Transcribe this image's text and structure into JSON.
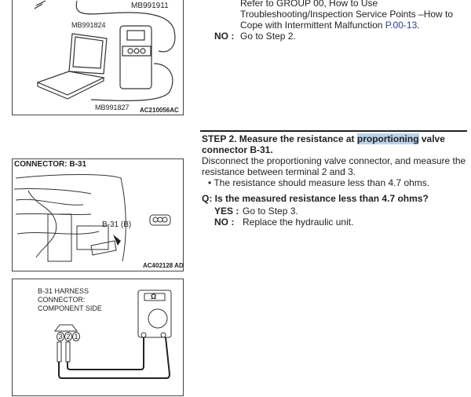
{
  "figure1": {
    "labels": [
      "MB991911",
      "MB991824",
      "MB991827"
    ],
    "code": "AC210056AC"
  },
  "figure2": {
    "title": "CONNECTOR: B-31",
    "callout": "B-31 (B)",
    "code": "AC402128 AD"
  },
  "figure3": {
    "label_lines": [
      "B-31 HARNESS",
      "CONNECTOR:",
      "COMPONENT SIDE"
    ],
    "pins": [
      "3",
      "2",
      "1"
    ],
    "meter_symbol": "Ω"
  },
  "step1_tail": {
    "lines": [
      "Refer to GROUP 00, How to Use",
      "Troubleshooting/Inspection Service Points –How to",
      "Cope with Intermittent Malfunction "
    ],
    "link": "P.00-13",
    "link_suffix": ".",
    "no_label": "NO :",
    "no_text": "Go to Step 2."
  },
  "step2": {
    "heading_prefix": "STEP 2. Measure the resistance at ",
    "heading_highlight": "proportioning",
    "heading_suffix": " valve",
    "heading_line2": "connector B-31.",
    "body_lines": [
      "Disconnect the proportioning valve connector, and measure the",
      "resistance between terminal 2 and 3."
    ],
    "bullet": "The resistance should measure less than 4.7 ohms.",
    "question": "Q: Is the measured resistance less than 4.7 ohms?",
    "yes_label": "YES :",
    "yes_text": "Go to Step 3.",
    "no_label": "NO :",
    "no_text": "Replace the hydraulic unit."
  }
}
